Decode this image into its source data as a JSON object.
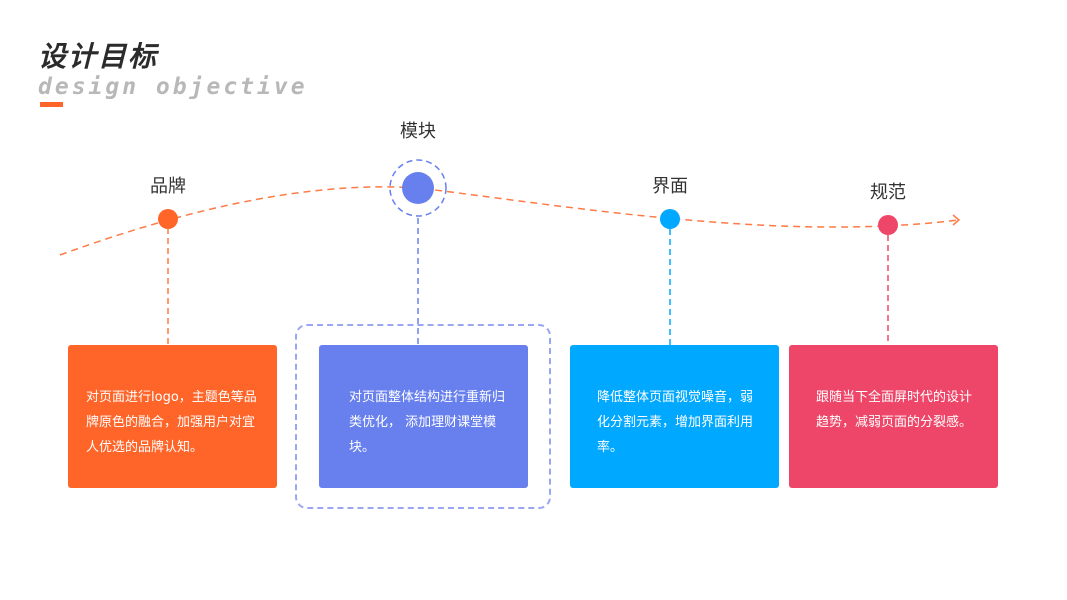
{
  "header": {
    "title": "设计目标",
    "subtitle": "design objective",
    "accent_color": "#ff6428"
  },
  "flow": {
    "line_color": "#ff7a45",
    "nodes": [
      {
        "label": "品牌",
        "color": "#ff6428",
        "description": "对页面进行logo，主题色等品牌原色的融合，加强用户对宜人优选的品牌认知。",
        "highlighted": false
      },
      {
        "label": "模块",
        "color": "#6880ee",
        "description": "对页面整体结构进行重新归类优化， 添加理财课堂模块。",
        "highlighted": true
      },
      {
        "label": "界面",
        "color": "#00a8ff",
        "description": "降低整体页面视觉噪音，弱化分割元素，增加界面利用率。",
        "highlighted": false
      },
      {
        "label": "规范",
        "color": "#ee4668",
        "description": "跟随当下全面屏时代的设计趋势，减弱页面的分裂感。",
        "highlighted": false
      }
    ]
  }
}
